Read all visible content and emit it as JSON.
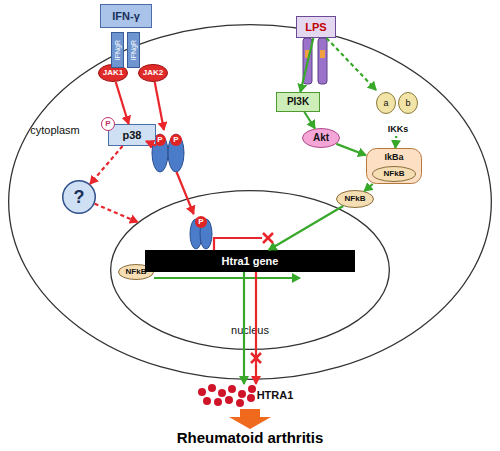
{
  "diagram": {
    "nodes": [
      {
        "text": [
          "cytoplasm"
        ]
      },
      {
        "text": [
          "IFN-γ"
        ]
      },
      {
        "text": [
          "IFNgR"
        ]
      },
      {
        "text": [
          "IFNgR"
        ]
      },
      {
        "text": [
          "JAK1"
        ],
        "in": 0
      },
      {
        "text": [
          "JAK2"
        ],
        "in": 0
      },
      {
        "text": [
          "p38"
        ],
        "in": 0
      },
      {
        "text": [
          "P"
        ],
        "in": 6
      },
      {
        "text": [
          "P",
          "P"
        ],
        "in": 0
      },
      {
        "text": [
          "?"
        ],
        "in": 0
      },
      {
        "text": [
          "LPS"
        ]
      },
      {
        "text": [
          "PI3K"
        ],
        "in": 0
      },
      {
        "text": [
          "Akt"
        ],
        "in": 0
      },
      {
        "text": [
          "IKKs"
        ],
        "in": 0
      },
      {
        "text": [
          "a"
        ],
        "in": 13
      },
      {
        "text": [
          "b"
        ],
        "in": 13
      },
      {
        "text": [
          "IkBa"
        ],
        "in": 0
      },
      {
        "text": [
          "NFkB"
        ],
        "in": 16
      },
      {
        "text": [
          "NFkB"
        ],
        "in": 0
      },
      {
        "text": [
          "nucleus"
        ],
        "in": 0
      },
      {
        "text": [
          "P"
        ],
        "in": 19
      },
      {
        "text": [
          "NFkB"
        ],
        "in": 19
      },
      {
        "text": [
          "Htra1 gene"
        ],
        "in": 19
      },
      {
        "text": [
          "HTRA1"
        ]
      }
    ],
    "edges": [
      {
        "from": 4,
        "to": 6,
        "arrow": "to"
      },
      {
        "from": 5,
        "to": 8,
        "arrow": "to"
      },
      {
        "from": 6,
        "to": 8,
        "arrow": "to"
      },
      {
        "from": 6,
        "to": 9,
        "arrow": "to"
      },
      {
        "from": 8,
        "to": 20,
        "arrow": "to"
      },
      {
        "from": 9,
        "to": 19,
        "arrow": "to"
      },
      {
        "from": 10,
        "to": 11,
        "arrow": "to"
      },
      {
        "from": 10,
        "to": 13,
        "arrow": "to"
      },
      {
        "from": 11,
        "to": 12,
        "arrow": "to"
      },
      {
        "from": 12,
        "to": 16,
        "arrow": "to"
      },
      {
        "from": 13,
        "to": 16,
        "arrow": "to"
      },
      {
        "from": 16,
        "to": 18,
        "arrow": "to"
      },
      {
        "from": 18,
        "to": 22,
        "arrow": "to"
      },
      {
        "from": 22,
        "to": 23,
        "arrow": "to"
      },
      {
        "from": 22,
        "to": 23,
        "arrow": "to"
      }
    ],
    "labels": [
      "Rheumatoid arthritis"
    ]
  }
}
